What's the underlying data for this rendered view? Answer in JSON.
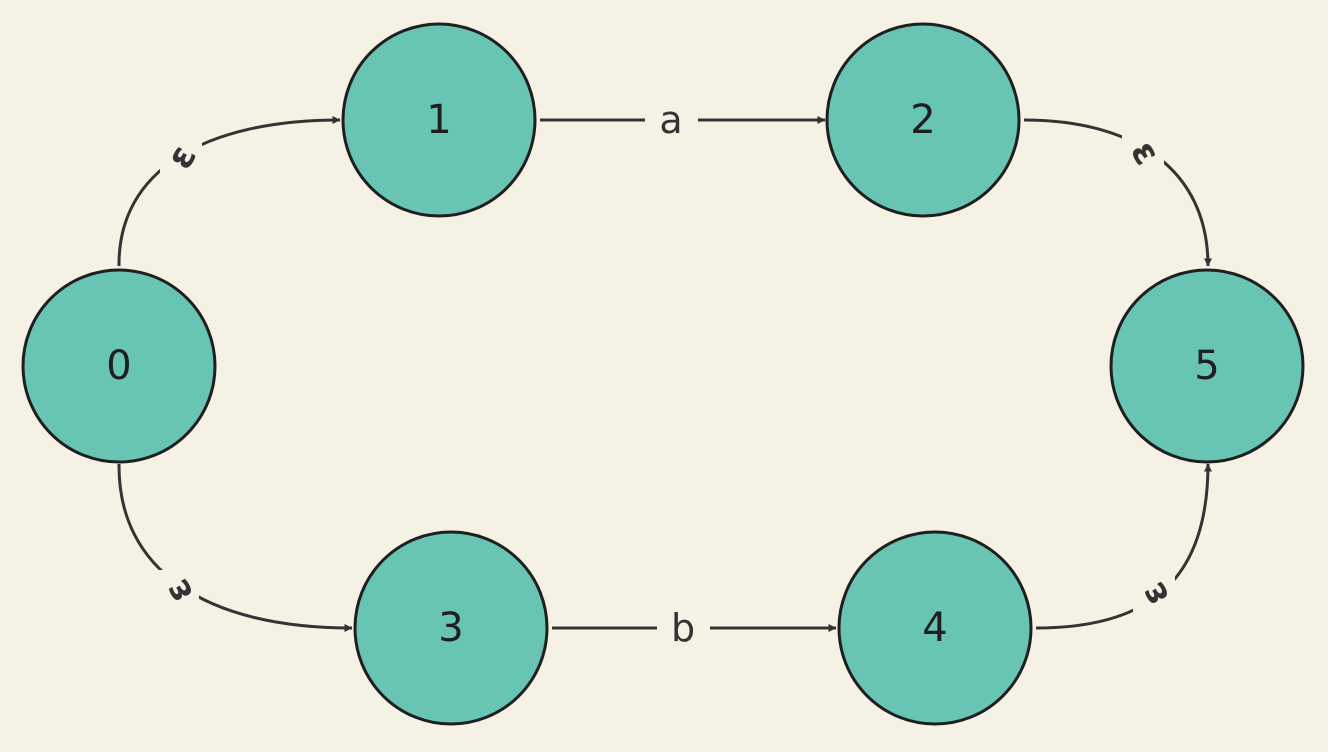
{
  "diagram": {
    "nodes": [
      {
        "id": "0",
        "label": "0"
      },
      {
        "id": "1",
        "label": "1"
      },
      {
        "id": "2",
        "label": "2"
      },
      {
        "id": "3",
        "label": "3"
      },
      {
        "id": "4",
        "label": "4"
      },
      {
        "id": "5",
        "label": "5"
      }
    ],
    "edges": [
      {
        "from": "0",
        "to": "1",
        "label": "ε"
      },
      {
        "from": "1",
        "to": "2",
        "label": "a"
      },
      {
        "from": "2",
        "to": "5",
        "label": "ε"
      },
      {
        "from": "0",
        "to": "3",
        "label": "ε"
      },
      {
        "from": "3",
        "to": "4",
        "label": "b"
      },
      {
        "from": "4",
        "to": "5",
        "label": "ε"
      }
    ],
    "colors": {
      "background": "#f6f1e5",
      "node_fill": "#69c5b3",
      "node_stroke": "#1f1f1f",
      "edge": "#333333"
    }
  }
}
